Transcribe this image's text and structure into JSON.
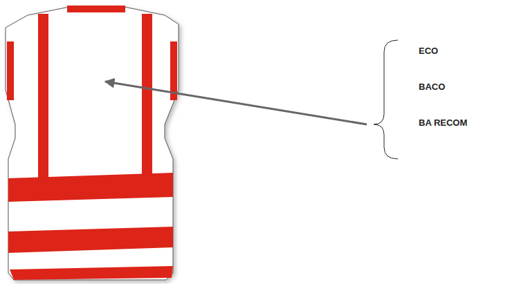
{
  "diagram": {
    "labels": [
      "ECO",
      "BACO",
      "BA RECOM"
    ]
  }
}
